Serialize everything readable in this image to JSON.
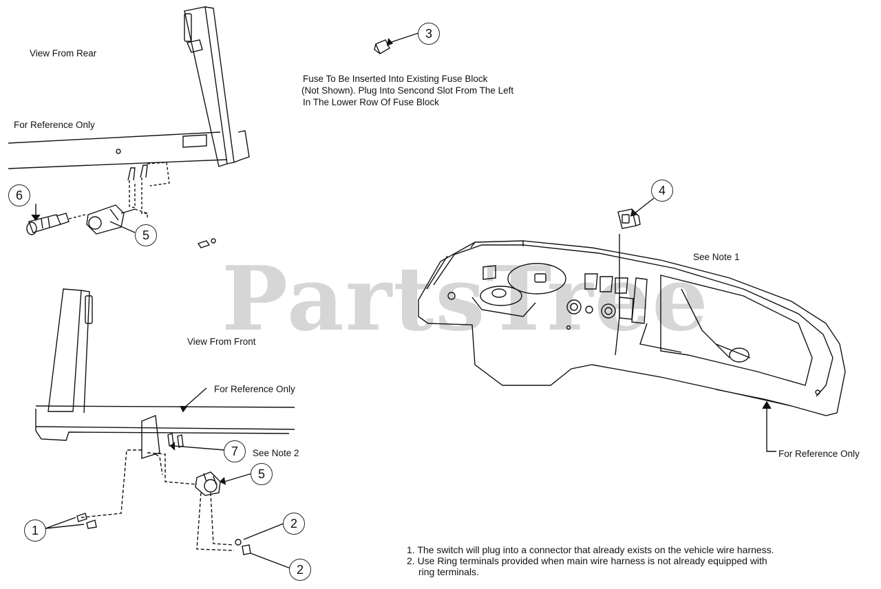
{
  "watermark": "PartsTree",
  "labels": {
    "view_rear": "View From Rear",
    "ref_rear": "For Reference Only",
    "view_front": "View From Front",
    "ref_front": "For Reference Only",
    "ref_dash": "For Reference Only",
    "see_note_1": "See Note 1",
    "see_note_2": "See Note 2"
  },
  "fuse_note": [
    "Fuse To Be Inserted Into Existing Fuse Block",
    "(Not Shown). Plug Into Sencond Slot From The Left",
    "In The Lower Row Of Fuse Block"
  ],
  "notes": [
    "1. The switch will plug into a connector that already exists on the vehicle wire harness.",
    "2. Use Ring terminals provided when main wire harness is not already equipped with",
    "ring terminals."
  ],
  "callouts": {
    "c6": "6",
    "c5a": "5",
    "c3": "3",
    "c4": "4",
    "c7": "7",
    "c5b": "5",
    "c1": "1",
    "c2a": "2",
    "c2b": "2"
  }
}
